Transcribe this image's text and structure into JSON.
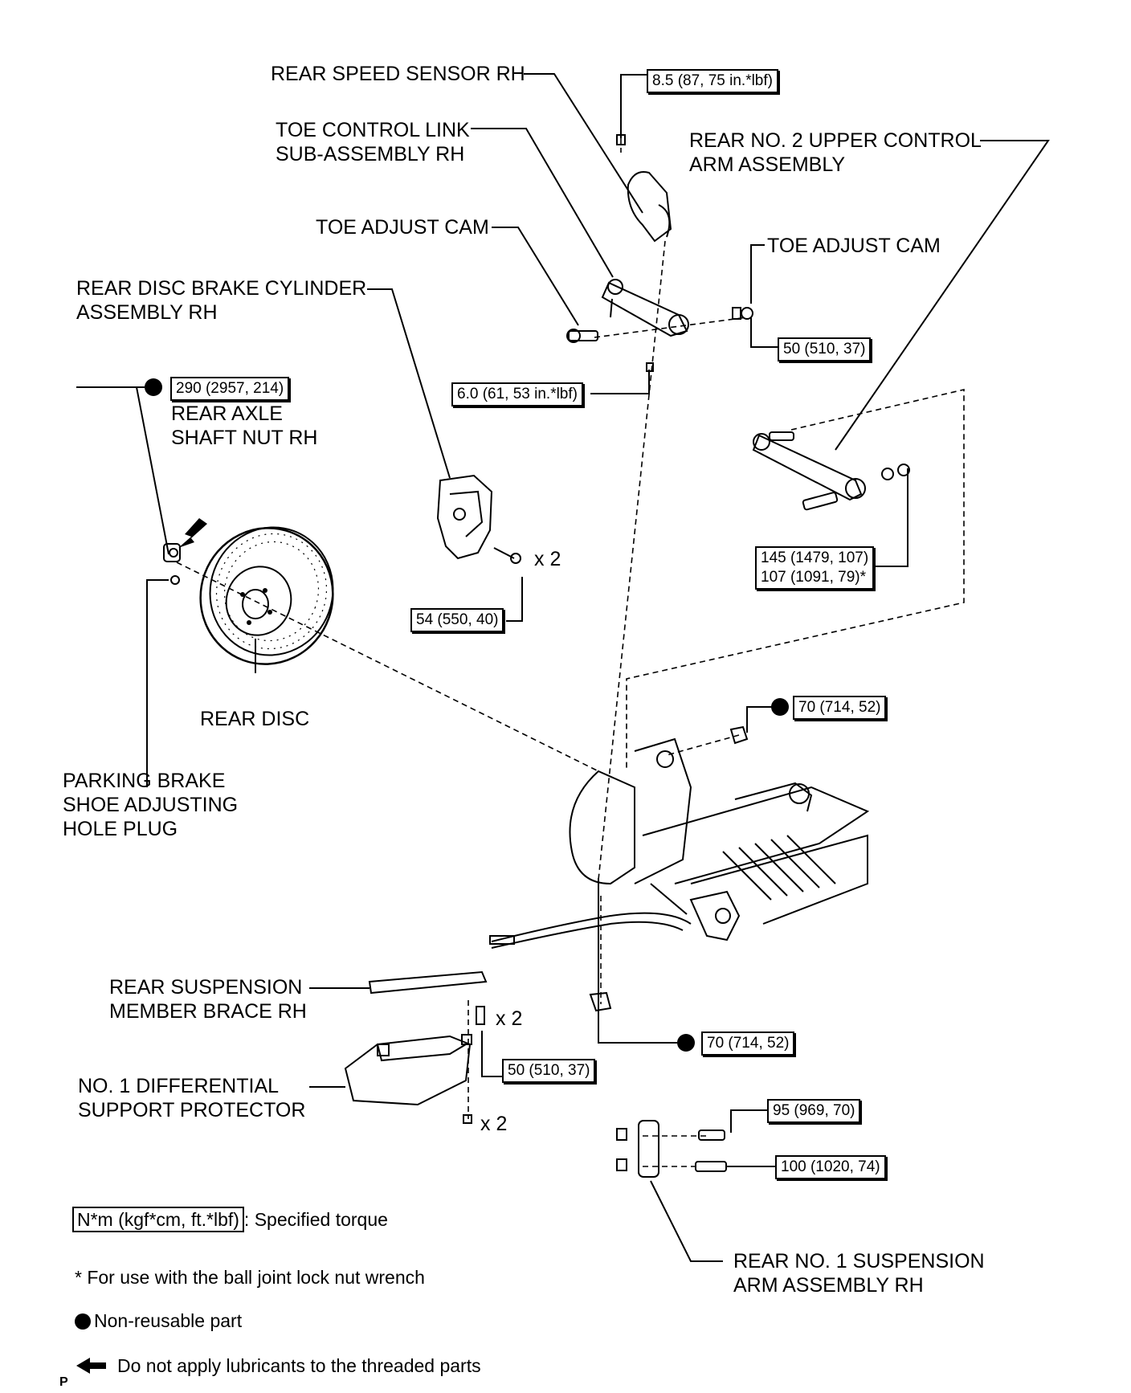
{
  "labels": {
    "rear_speed_sensor": "REAR SPEED SENSOR RH",
    "toe_control_link_1": "TOE CONTROL LINK",
    "toe_control_link_2": "SUB-ASSEMBLY RH",
    "upper_arm_1": "REAR NO. 2 UPPER CONTROL",
    "upper_arm_2": "ARM ASSEMBLY",
    "toe_adjust_cam_left": "TOE ADJUST CAM",
    "toe_adjust_cam_right": "TOE ADJUST CAM",
    "brake_cylinder_1": "REAR DISC BRAKE CYLINDER",
    "brake_cylinder_2": "ASSEMBLY RH",
    "axle_nut_1": "REAR AXLE",
    "axle_nut_2": "SHAFT NUT RH",
    "rear_disc": "REAR DISC",
    "plug_1": "PARKING BRAKE",
    "plug_2": "SHOE ADJUSTING",
    "plug_3": "HOLE PLUG",
    "brace_1": "REAR SUSPENSION",
    "brace_2": "MEMBER BRACE RH",
    "protector_1": "NO. 1 DIFFERENTIAL",
    "protector_2": "SUPPORT PROTECTOR",
    "lower_arm_1": "REAR NO. 1 SUSPENSION",
    "lower_arm_2": "ARM ASSEMBLY RH"
  },
  "torques": {
    "speed_sensor": "8.5 (87, 75 in.*lbf)",
    "toe_cam_nut": "50 (510, 37)",
    "link_nut": "6.0 (61, 53 in.*lbf)",
    "axle_nut": "290 (2957, 214)",
    "upper_arm_a": "145 (1479, 107)",
    "upper_arm_b": "107 (1091, 79)*",
    "caliper": "54 (550, 40)",
    "knuckle_upper": "70 (714, 52)",
    "knuckle_lower": "70 (714, 52)",
    "brace_bolt": "50 (510, 37)",
    "lower_arm_a": "95 (969, 70)",
    "lower_arm_b": "100 (1020, 74)"
  },
  "quantities": {
    "caliper_bolts": "x 2",
    "brace_bolts": "x 2",
    "protector_bolts": "x 2"
  },
  "legend": {
    "torque_box": "N*m (kgf*cm, ft.*lbf)",
    "torque_desc": ": Specified torque",
    "note_ball_joint": "* For use with the ball joint lock nut wrench",
    "non_reusable": "Non-reusable part",
    "no_lubricant": "Do not apply lubricants to the threaded parts"
  },
  "corner_mark": "P"
}
